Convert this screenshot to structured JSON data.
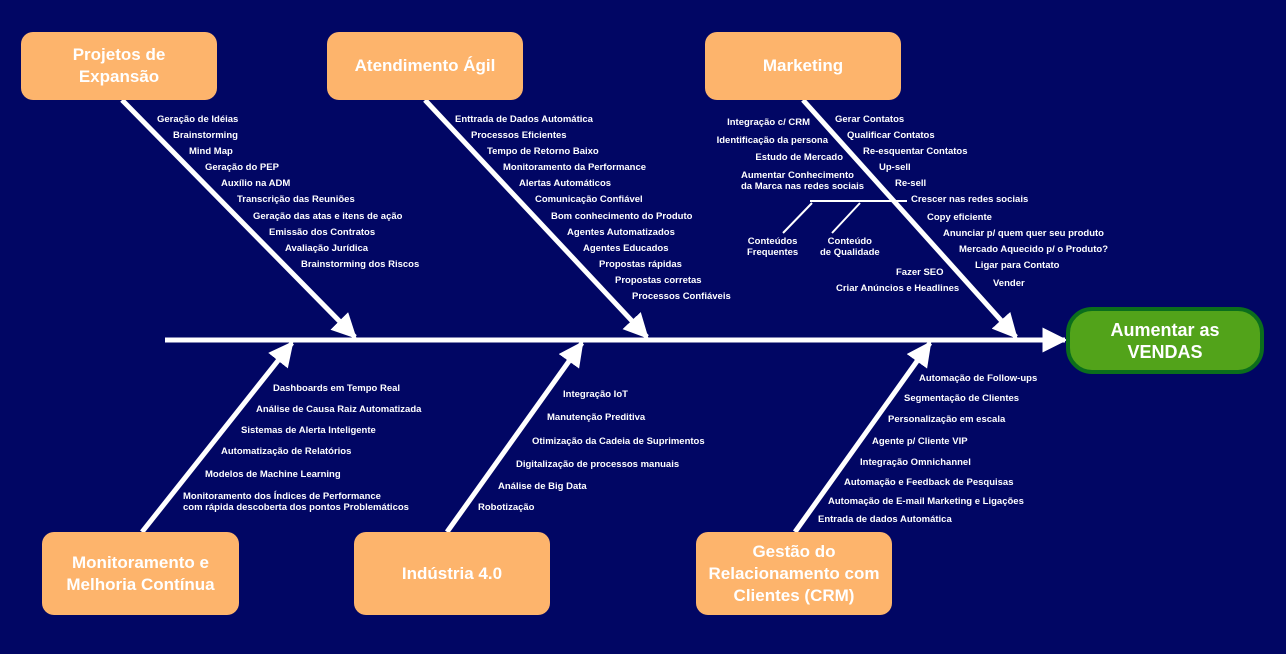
{
  "goal": {
    "label": "Aumentar as\nVENDAS"
  },
  "categories": {
    "projetos": {
      "label": "Projetos de\nExpansão"
    },
    "atendimento": {
      "label": "Atendimento Ágil"
    },
    "marketing": {
      "label": "Marketing"
    },
    "monitoramento": {
      "label": "Monitoramento e\nMelhoria Contínua"
    },
    "industria": {
      "label": "Indústria 4.0"
    },
    "crm": {
      "label": "Gestão do\nRelacionamento com\nClientes (CRM)"
    }
  },
  "causes": {
    "projetos": [
      "Geração de Idéias",
      "Brainstorming",
      "Mind Map",
      "Geração do PEP",
      "Auxílio na ADM",
      "Transcrição das Reuniões",
      "Geração das atas e itens de ação",
      "Emissão dos Contratos",
      "Avaliação Jurídica",
      "Brainstorming dos Riscos"
    ],
    "atendimento": [
      "Enttrada de Dados Automática",
      "Processos Eficientes",
      "Tempo de Retorno Baixo",
      "Monitoramento da Performance",
      "Alertas Automáticos",
      "Comunicação Confiável",
      "Bom conhecimento do Produto",
      "Agentes Automatizados",
      "Agentes Educados",
      "Propostas rápidas",
      "Propostas corretas",
      "Processos Confiáveis"
    ],
    "marketing_left": [
      "Integração c/ CRM",
      "Identificação da persona",
      "Estudo de Mercado",
      "Aumentar Conhecimento\nda Marca nas redes sociais"
    ],
    "marketing_right": [
      "Gerar Contatos",
      "Qualificar Contatos",
      "Re-esquentar Contatos",
      "Up-sell",
      "Re-sell",
      "Crescer nas redes sociais",
      "Copy eficiente",
      "Anunciar p/ quem quer seu produto",
      "Mercado Aquecido p/ o Produto?",
      "Ligar para Contato",
      "Vender"
    ],
    "marketing_sub": [
      "Conteúdos\nFrequentes",
      "Conteúdo\nde Qualidade"
    ],
    "marketing_extra": [
      "Fazer SEO",
      "Criar Anúncios e Headlines"
    ],
    "monitoramento": [
      "Dashboards em Tempo Real",
      "Análise de Causa Raiz Automatizada",
      "Sistemas de Alerta Inteligente",
      "Automatização de Relatórios",
      "Modelos de Machine Learning",
      "Monitoramento dos Índices de Performance\ncom rápida descoberta dos pontos Problemáticos"
    ],
    "industria": [
      "Integração IoT",
      "Manutenção Preditiva",
      "Otimização da Cadeia de Suprimentos",
      "Digitalização de processos manuais",
      "Análise de Big Data",
      "Robotização"
    ],
    "crm": [
      "Automação de Follow-ups",
      "Segmentação de Clientes",
      "Personalização em escala",
      "Agente p/ Cliente VIP",
      "Integração Omnichannel",
      "Automação e Feedback de Pesquisas",
      "Automação de E-mail Marketing e Ligações",
      "Entrada de dados Automática"
    ]
  },
  "colors": {
    "background": "#010664",
    "category_box": "#fdb46c",
    "goal_box": "#52a31a",
    "goal_border": "#0b6e1c",
    "lines": "#ffffff"
  }
}
